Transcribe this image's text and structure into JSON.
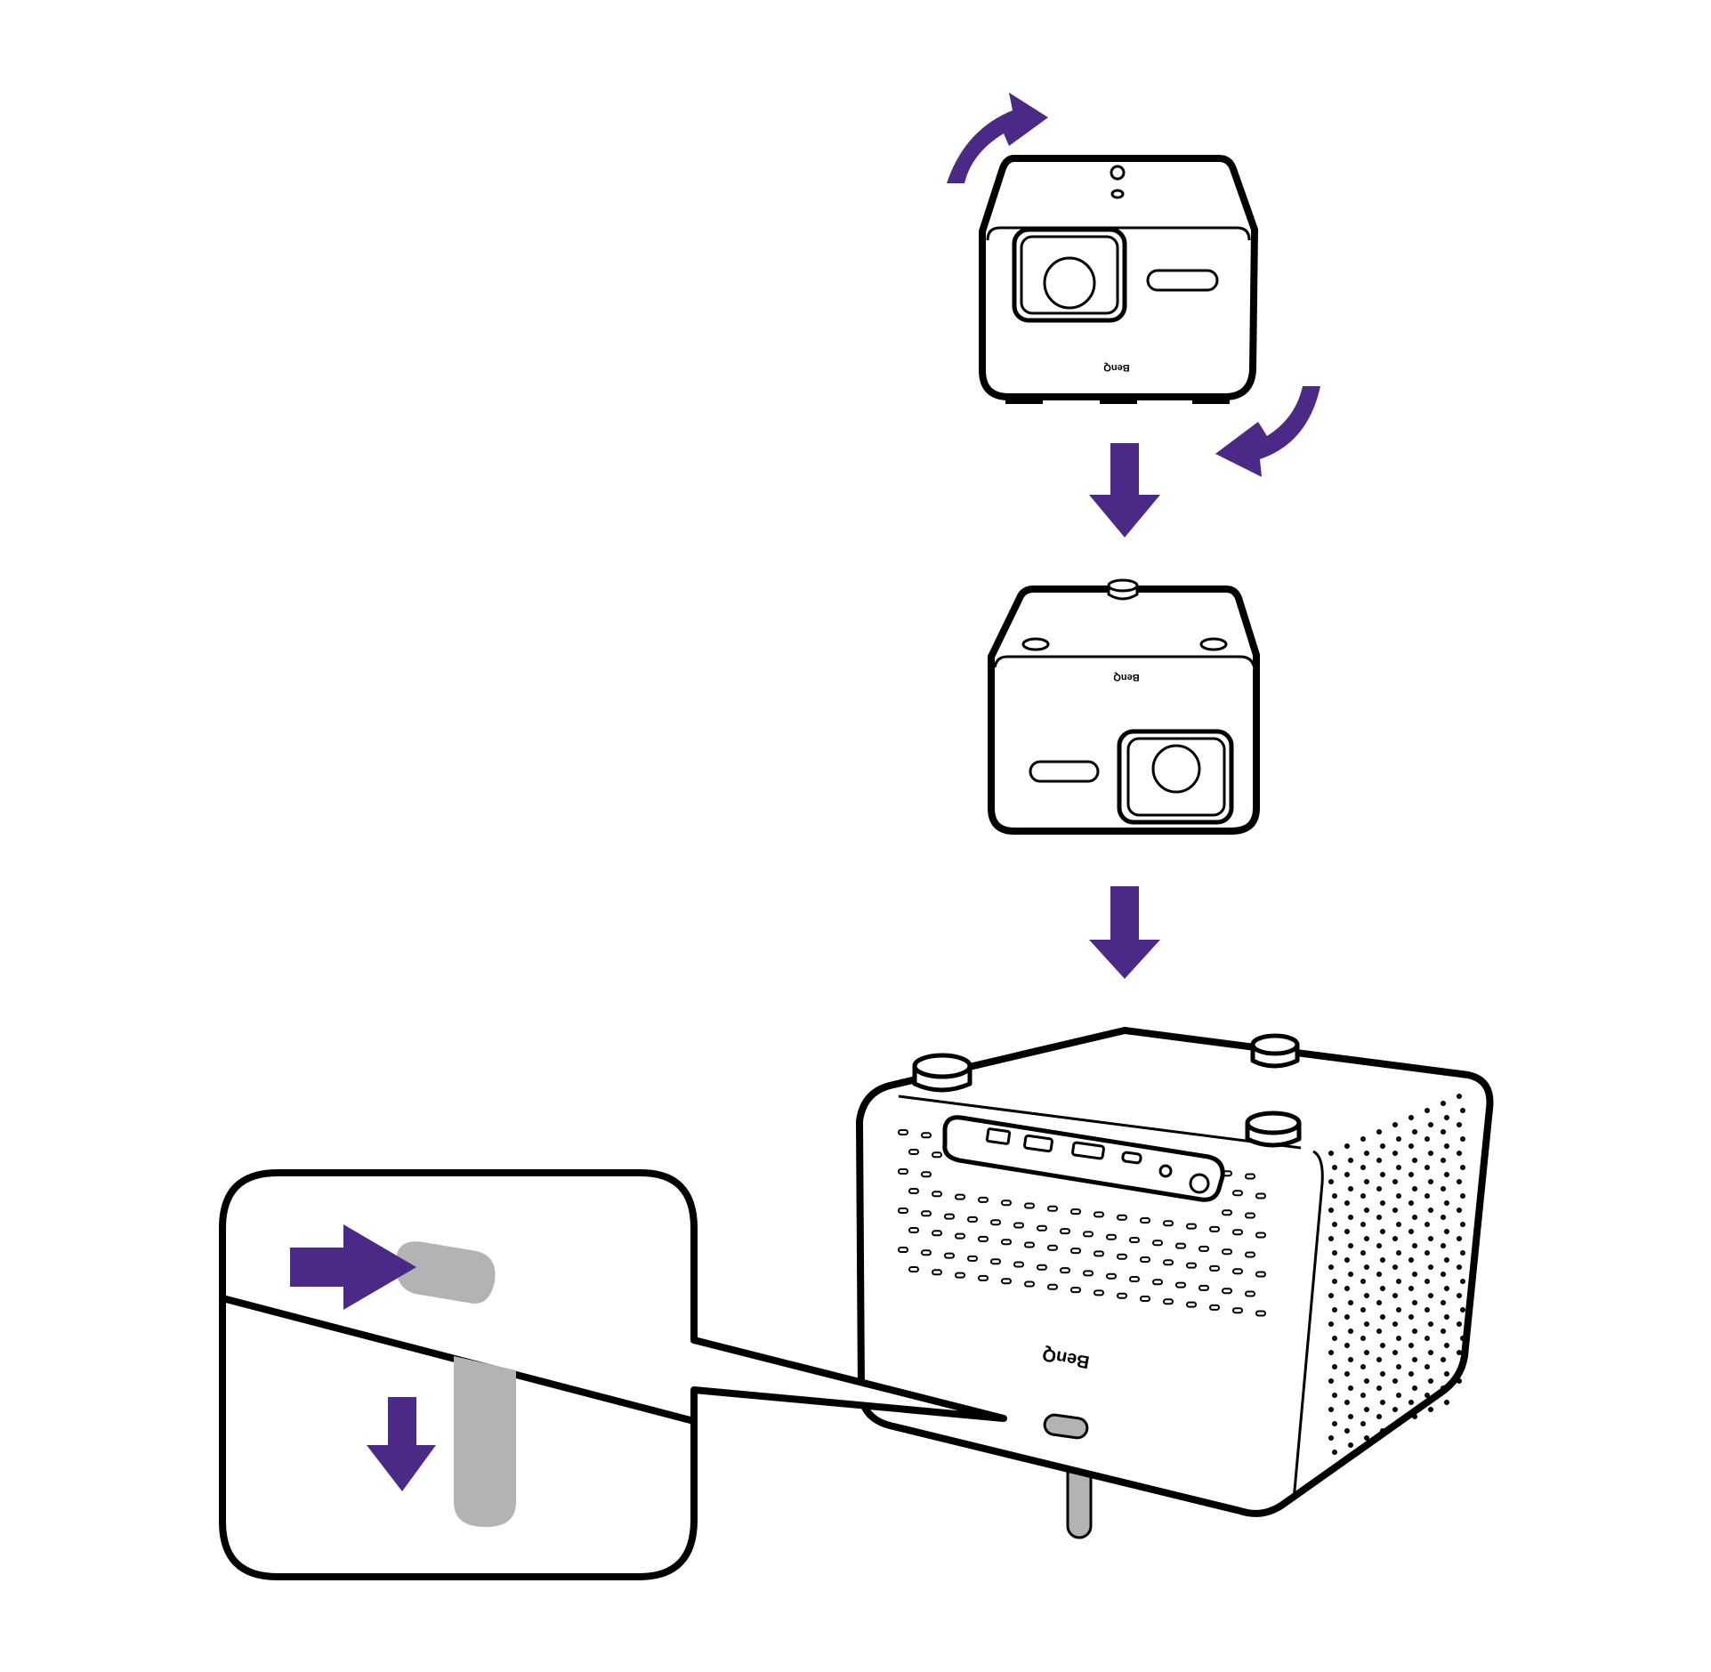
{
  "colors": {
    "accent": "#4b2a87",
    "outline": "#000000",
    "foot": "#b3b3b3",
    "background": "#ffffff"
  },
  "logos": {
    "brand": "BenQ"
  },
  "steps": [
    {
      "id": "rotate",
      "icons": [
        "rotate-arrow-icon",
        "rotate-arrow-icon"
      ]
    },
    {
      "id": "place-upside-down",
      "icons": [
        "down-arrow-icon"
      ]
    },
    {
      "id": "extend-foot",
      "icons": [
        "down-arrow-icon",
        "push-arrow-icon"
      ]
    }
  ]
}
